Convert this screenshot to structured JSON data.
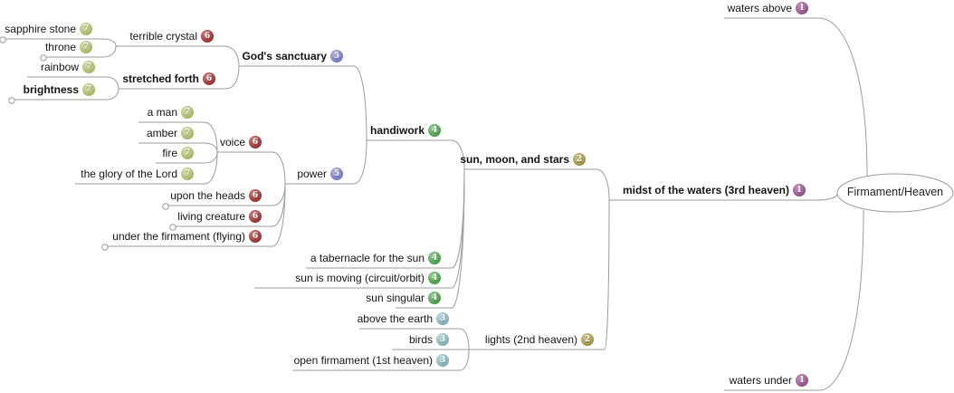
{
  "root": {
    "label": "Firmament/Heaven"
  },
  "line_color": "#9b9b9b",
  "levels": {
    "1": {
      "hi": "#c792bd",
      "main": "#9b5a93",
      "dark": "#6e3a68"
    },
    "2": {
      "hi": "#cfc48c",
      "main": "#a79a52",
      "dark": "#7d7030"
    },
    "3": {
      "hi": "#bedadf",
      "main": "#8ab5bd",
      "dark": "#5f97a2"
    },
    "4": {
      "hi": "#92ce92",
      "main": "#55a455",
      "dark": "#2e7d2e"
    },
    "5": {
      "hi": "#b2b5e2",
      "main": "#7e82c8",
      "dark": "#5458a8"
    },
    "6": {
      "hi": "#cc8282",
      "main": "#a03b3b",
      "dark": "#772626"
    },
    "7": {
      "hi": "#d8deaa",
      "main": "#b2bc74",
      "dark": "#8a9440"
    }
  },
  "nodes": [
    {
      "id": "waters_above",
      "label": "waters above",
      "badge": "1",
      "bold": false,
      "parent": "root",
      "folded": false
    },
    {
      "id": "sapphire_stone",
      "label": "sapphire stone",
      "badge": "7",
      "bold": false,
      "parent": "terrible_crystal",
      "folded": true
    },
    {
      "id": "terrible_crystal",
      "label": "terrible crystal",
      "badge": "6",
      "bold": false,
      "parent": "gods_sanctuary",
      "folded": false
    },
    {
      "id": "throne",
      "label": "throne",
      "badge": "7",
      "bold": false,
      "parent": "terrible_crystal",
      "folded": true
    },
    {
      "id": "gods_sanctuary",
      "label": "God's sanctuary",
      "badge": "5",
      "bold": true,
      "parent": "handiwork",
      "folded": false
    },
    {
      "id": "rainbow",
      "label": "rainbow",
      "badge": "7",
      "bold": false,
      "parent": "stretched_forth",
      "folded": false
    },
    {
      "id": "stretched_forth",
      "label": "stretched forth",
      "badge": "6",
      "bold": true,
      "parent": "gods_sanctuary",
      "folded": false
    },
    {
      "id": "brightness",
      "label": "brightness",
      "badge": "7",
      "bold": true,
      "parent": "stretched_forth",
      "folded": true
    },
    {
      "id": "a_man",
      "label": "a man",
      "badge": "7",
      "bold": false,
      "parent": "voice",
      "folded": false
    },
    {
      "id": "handiwork",
      "label": "handiwork",
      "badge": "4",
      "bold": true,
      "parent": "sun_moon_stars",
      "folded": false
    },
    {
      "id": "amber",
      "label": "amber",
      "badge": "7",
      "bold": false,
      "parent": "voice",
      "folded": false
    },
    {
      "id": "voice",
      "label": "voice",
      "badge": "6",
      "bold": false,
      "parent": "power",
      "folded": false
    },
    {
      "id": "fire",
      "label": "fire",
      "badge": "7",
      "bold": false,
      "parent": "voice",
      "folded": false
    },
    {
      "id": "sun_moon_stars",
      "label": "sun, moon, and stars",
      "badge": "2",
      "bold": true,
      "parent": "midst",
      "folded": false
    },
    {
      "id": "glory",
      "label": "the glory of the Lord",
      "badge": "7",
      "bold": false,
      "parent": "voice",
      "folded": false
    },
    {
      "id": "power",
      "label": "power",
      "badge": "5",
      "bold": false,
      "parent": "handiwork",
      "folded": false
    },
    {
      "id": "midst",
      "label": "midst of the waters (3rd heaven)",
      "badge": "1",
      "bold": true,
      "parent": "root",
      "folded": false
    },
    {
      "id": "upon_heads",
      "label": "upon the heads",
      "badge": "6",
      "bold": false,
      "parent": "power",
      "folded": true
    },
    {
      "id": "living_creature",
      "label": "living creature",
      "badge": "6",
      "bold": false,
      "parent": "power",
      "folded": true
    },
    {
      "id": "under_firmament",
      "label": "under the firmament (flying)",
      "badge": "6",
      "bold": false,
      "parent": "power",
      "folded": true
    },
    {
      "id": "tabernacle",
      "label": "a tabernacle for the sun",
      "badge": "4",
      "bold": false,
      "parent": "sun_moon_stars",
      "folded": false
    },
    {
      "id": "sun_moving",
      "label": "sun is moving (circuit/orbit)",
      "badge": "4",
      "bold": false,
      "parent": "sun_moon_stars",
      "folded": false
    },
    {
      "id": "sun_singular",
      "label": "sun singular",
      "badge": "4",
      "bold": false,
      "parent": "sun_moon_stars",
      "folded": false
    },
    {
      "id": "above_earth",
      "label": "above the earth",
      "badge": "3",
      "bold": false,
      "parent": "lights",
      "folded": false
    },
    {
      "id": "birds",
      "label": "birds",
      "badge": "3",
      "bold": false,
      "parent": "lights",
      "folded": false
    },
    {
      "id": "lights",
      "label": "lights (2nd heaven)",
      "badge": "2",
      "bold": false,
      "parent": "midst",
      "folded": false
    },
    {
      "id": "open_firmament",
      "label": "open firmament (1st heaven)",
      "badge": "3",
      "bold": false,
      "parent": "lights",
      "folded": false
    },
    {
      "id": "waters_under",
      "label": "waters under",
      "badge": "1",
      "bold": false,
      "parent": "root",
      "folded": false
    }
  ]
}
